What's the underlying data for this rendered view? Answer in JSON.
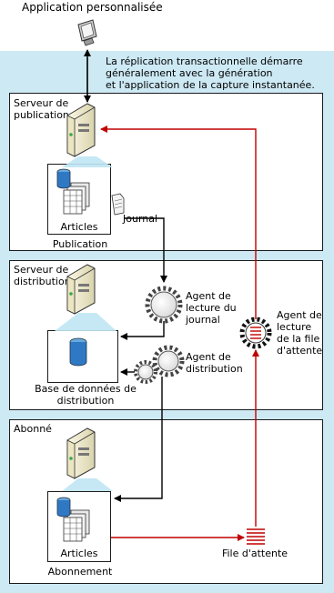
{
  "app_label": "Application personnalisée",
  "note_lines": [
    "La réplication transactionnelle démarre",
    "généralement avec la génération",
    "et l'application de la capture instantanée."
  ],
  "publisher": {
    "title_lines": [
      "Serveur de",
      "publication"
    ],
    "articles_label": "Articles",
    "container_label": "Publication",
    "journal_label": "Journal"
  },
  "distributor": {
    "title_lines": [
      "Serveur de",
      "distribution"
    ],
    "log_reader_lines": [
      "Agent de",
      "lecture du",
      "journal"
    ],
    "distribution_agent_lines": [
      "Agent de",
      "distribution"
    ],
    "db_label_lines": [
      "Base de données de",
      "distribution"
    ]
  },
  "queue_reader_lines": [
    "Agent de",
    "lecture",
    "de la file",
    "d'attente"
  ],
  "subscriber": {
    "title": "Abonné",
    "articles_label": "Articles",
    "container_label": "Abonnement",
    "queue_label": "File d'attente"
  },
  "colors": {
    "background_panel": "#cde9f4",
    "black_arrow": "#000000",
    "red_arrow": "#c00000",
    "server_icon": "#f0ecd4"
  }
}
